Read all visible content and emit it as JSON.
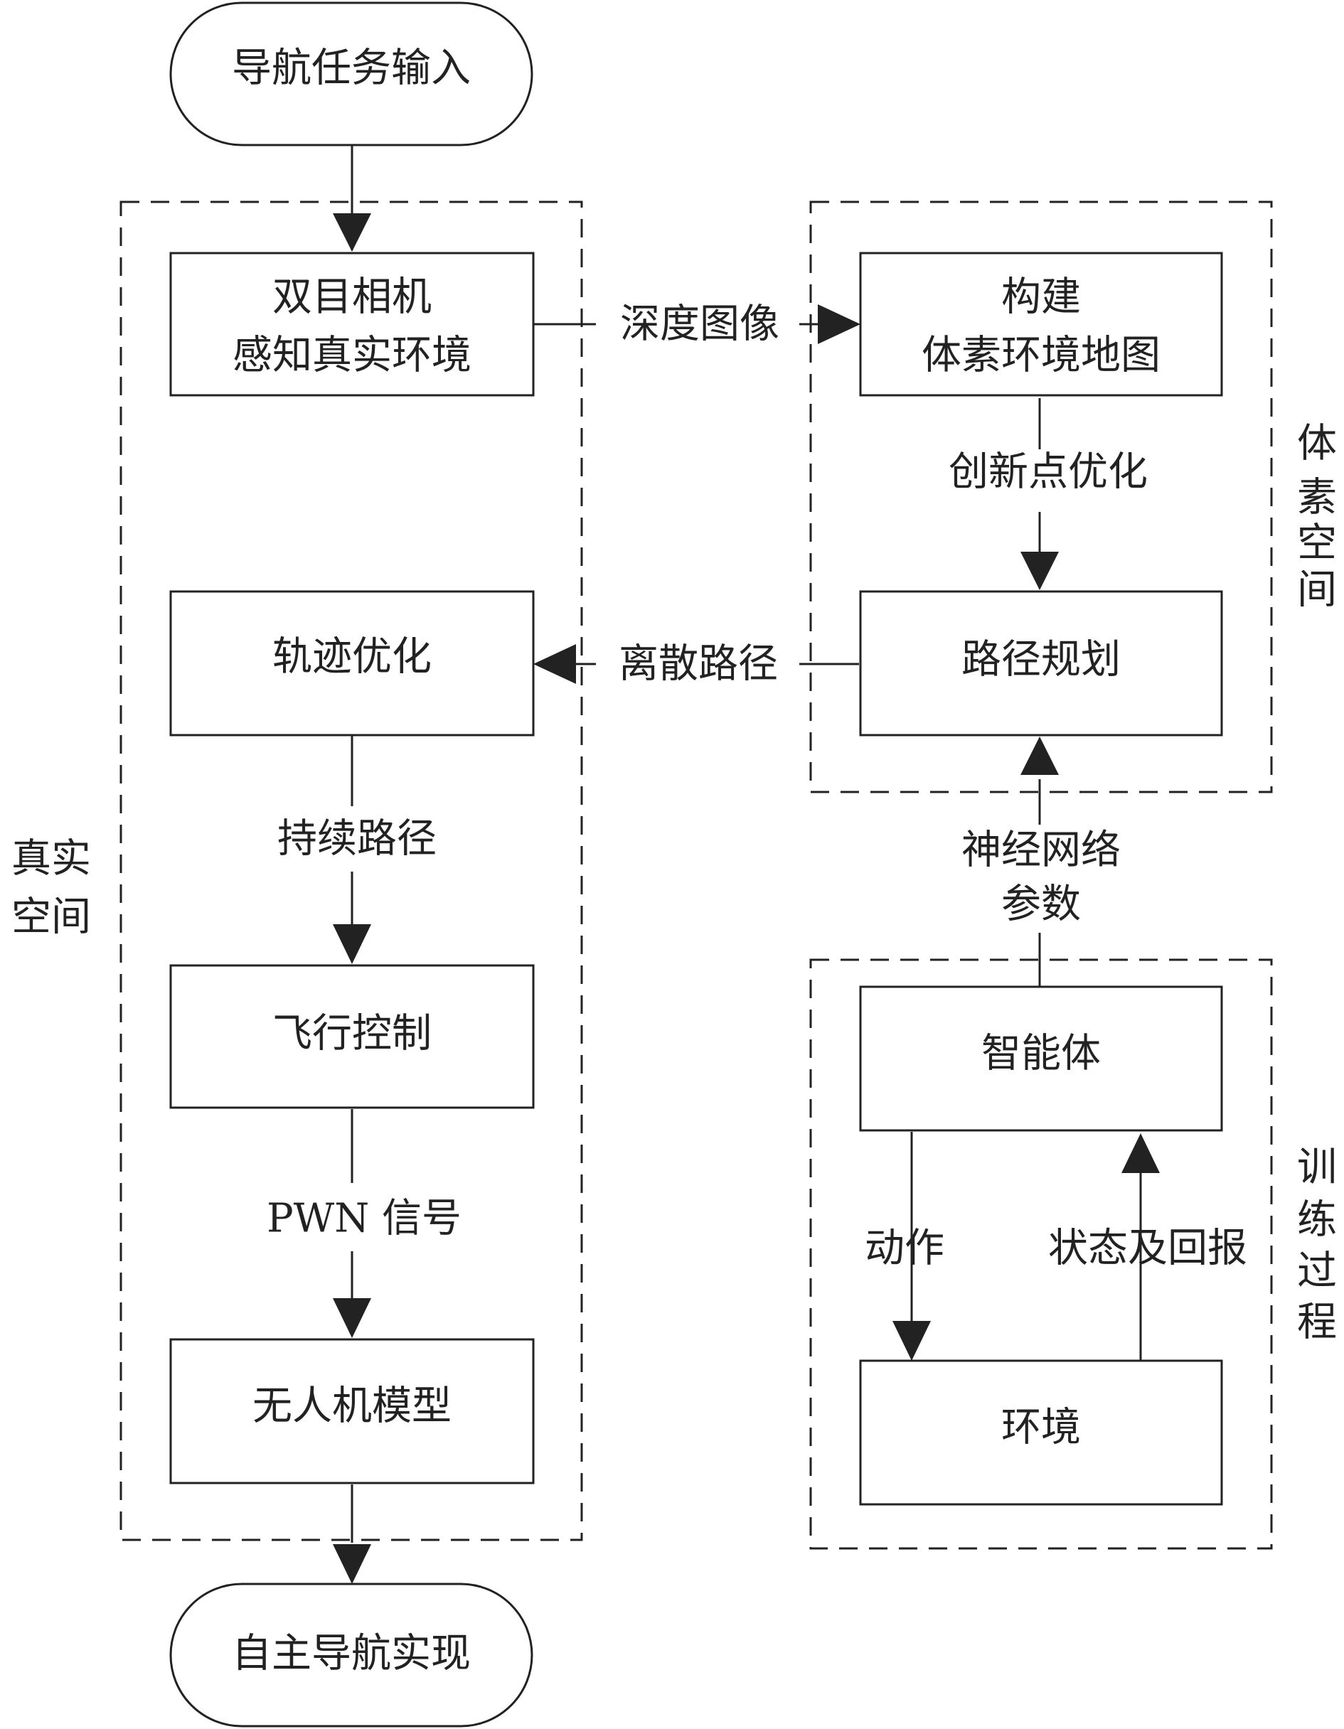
{
  "nodes": {
    "start": "导航任务输入",
    "binocular": [
      "双目相机",
      "感知真实环境"
    ],
    "voxel_map": [
      "构建",
      "体素环境地图"
    ],
    "path_planning": "路径规划",
    "trajectory_opt": "轨迹优化",
    "flight_control": "飞行控制",
    "uav_model": "无人机模型",
    "agent": "智能体",
    "environment": "环境",
    "end": "自主导航实现"
  },
  "edges": {
    "depth_image": "深度图像",
    "innovation_opt": "创新点优化",
    "discrete_path": "离散路径",
    "continuous_path": "持续路径",
    "pwn_signal": "PWN 信号",
    "nn_params": [
      "神经网络",
      "参数"
    ],
    "action": "动作",
    "state_reward": "状态及回报"
  },
  "groups": {
    "real_space": [
      "真实",
      "空间"
    ],
    "voxel_space": [
      "体",
      "素",
      "空",
      "间"
    ],
    "training": [
      "训",
      "练",
      "过",
      "程"
    ]
  },
  "colors": {
    "line": "#222222",
    "background": "#ffffff"
  }
}
